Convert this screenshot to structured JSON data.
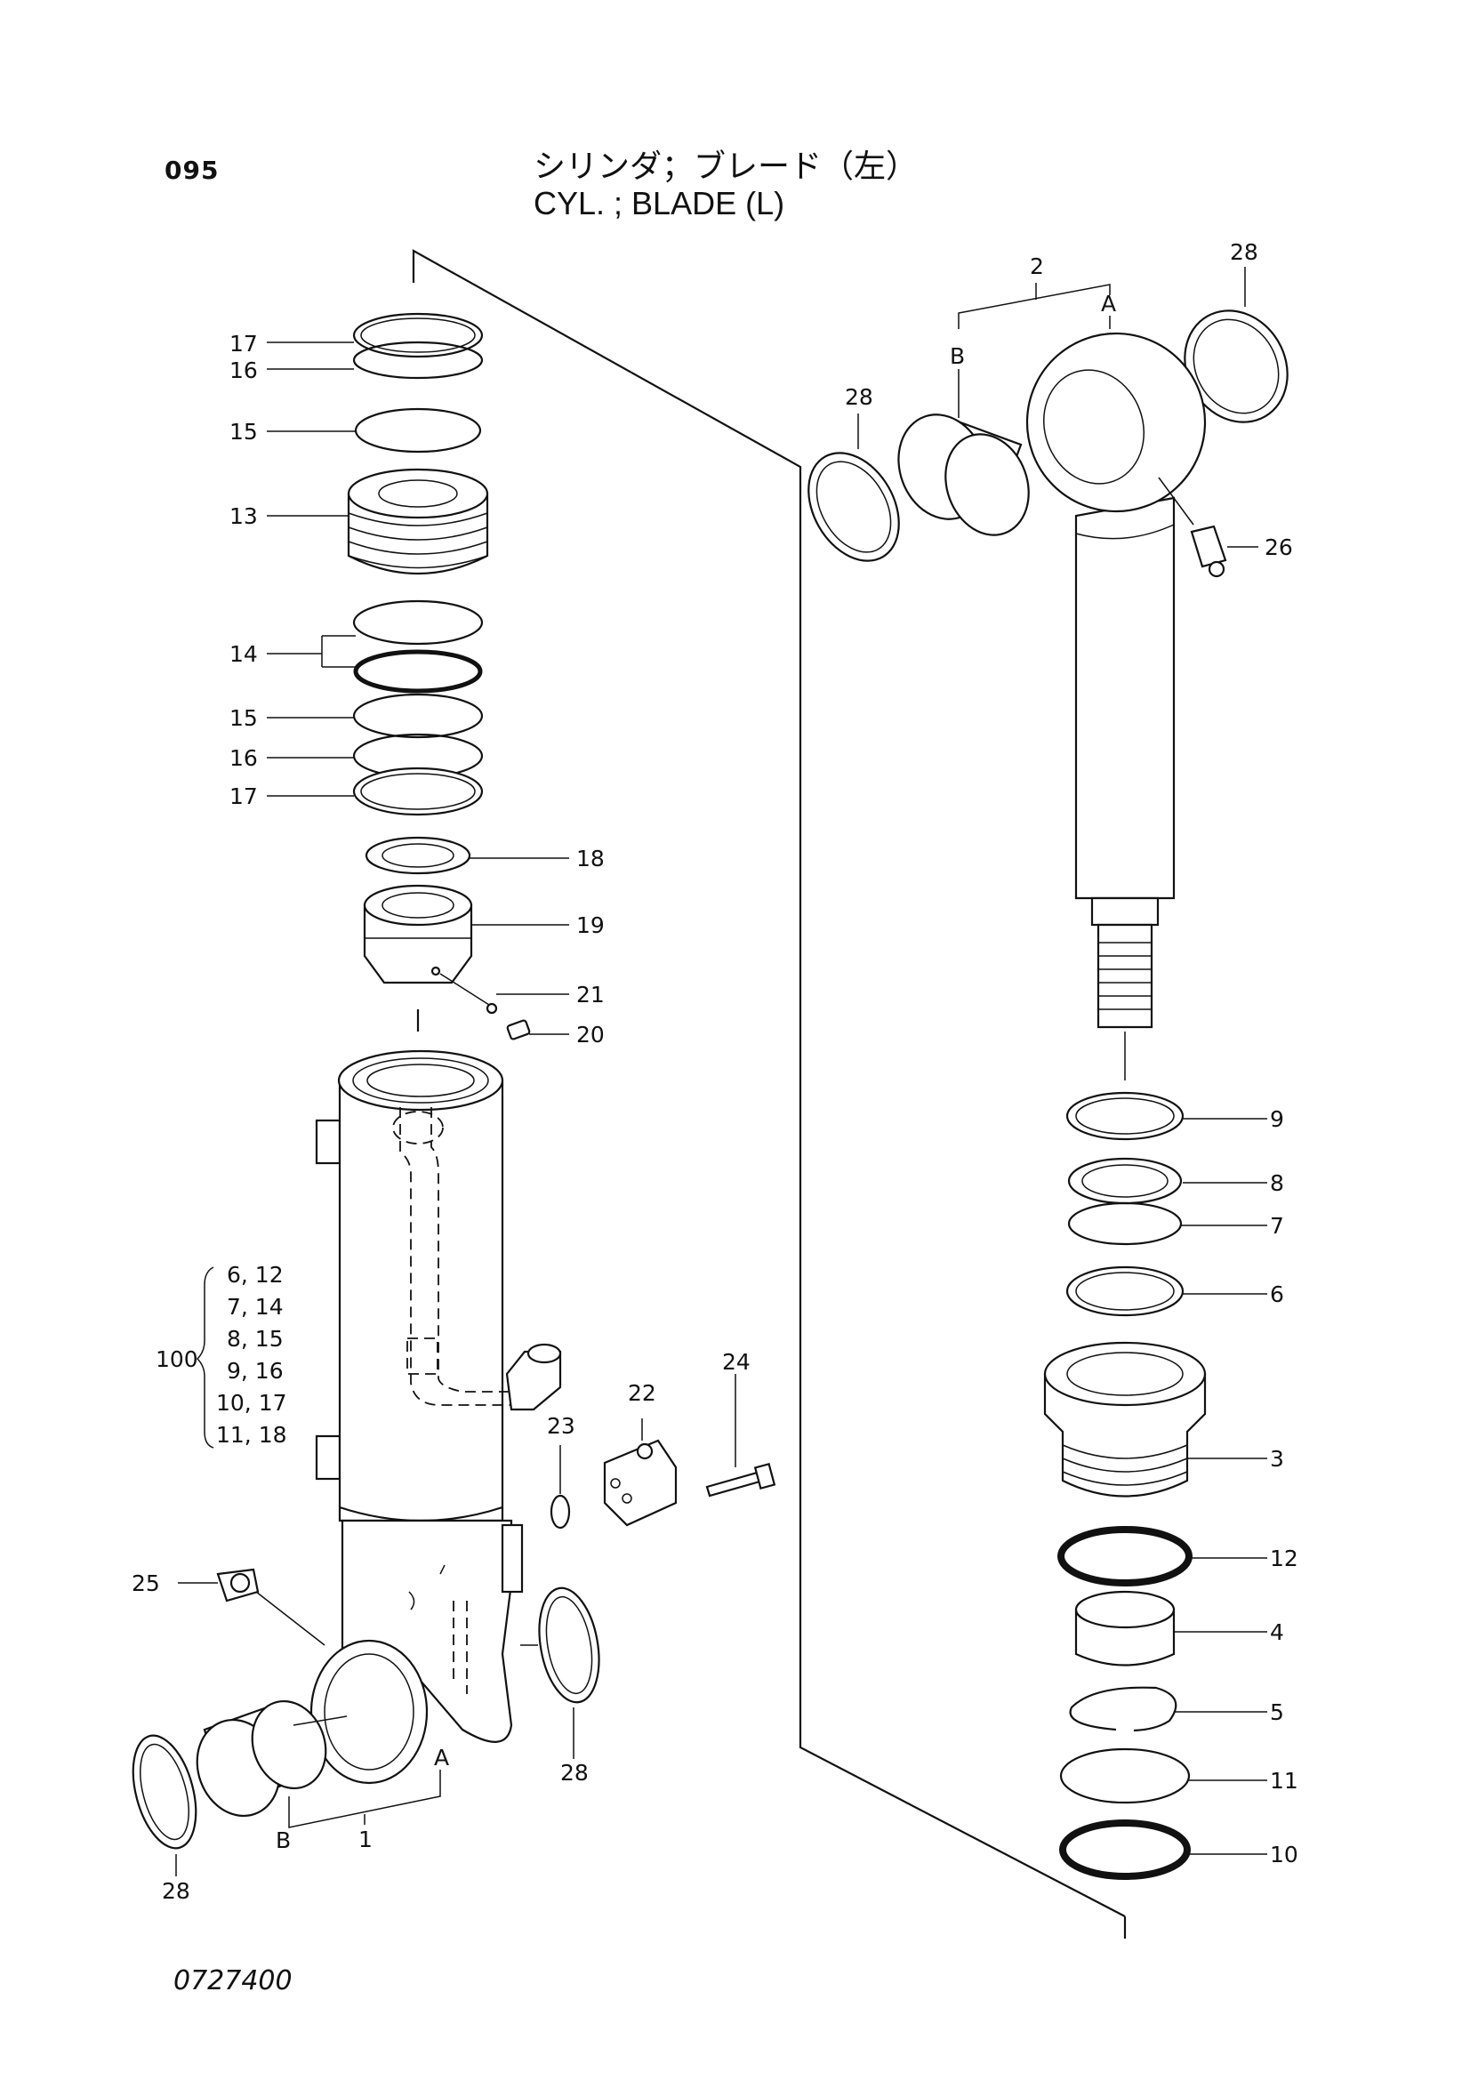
{
  "header": {
    "page_number": "095",
    "title_jp": "シリンダ；ブレード（左）",
    "title_en": "CYL. ; BLADE (L)"
  },
  "footer": {
    "drawing_code": "0727400"
  },
  "callouts": {
    "c17a": "17",
    "c16a": "16",
    "c15a": "15",
    "c13": "13",
    "c14": "14",
    "c15b": "15",
    "c16b": "16",
    "c17b": "17",
    "c18": "18",
    "c19": "19",
    "c21": "21",
    "c20": "20",
    "c22": "22",
    "c23": "23",
    "c24": "24",
    "c25": "25",
    "c28a": "28",
    "c28b": "28",
    "c28c": "28",
    "c28d": "28",
    "c1": "1",
    "c2": "2",
    "cA1": "A",
    "cB1": "B",
    "cA2": "A",
    "cB2": "B",
    "c26": "26",
    "c9": "9",
    "c8": "8",
    "c7": "7",
    "c6": "6",
    "c3": "3",
    "c12": "12",
    "c4": "4",
    "c5": "5",
    "c11": "11",
    "c10": "10"
  },
  "kit": {
    "number": "100",
    "items": [
      "6, 12",
      "7, 14",
      "8, 15",
      "9, 16",
      "10, 17",
      "11, 18"
    ]
  }
}
